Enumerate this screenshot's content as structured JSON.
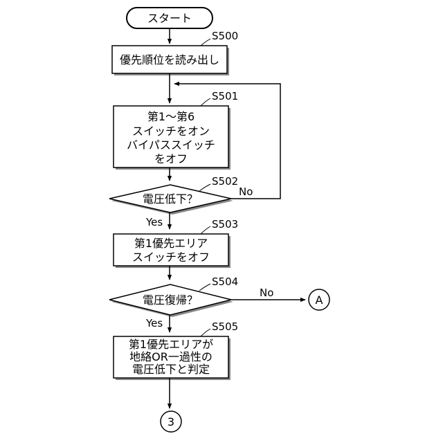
{
  "flowchart": {
    "start": "スタート",
    "steps": [
      {
        "id": "S500",
        "lines": [
          "優先順位を読み出し"
        ]
      },
      {
        "id": "S501",
        "lines": [
          "第1～第6",
          "スイッチをオン",
          "バイパススイッチ",
          "をオフ"
        ]
      },
      {
        "id": "S502",
        "lines": [
          "電圧低下？"
        ]
      },
      {
        "id": "S503",
        "lines": [
          "第1優先エリア",
          "スイッチをオフ"
        ]
      },
      {
        "id": "S504",
        "lines": [
          "電圧復帰？"
        ]
      },
      {
        "id": "S505",
        "lines": [
          "第1優先エリアが",
          "地絡OR一過性の",
          "電圧低下と判定"
        ]
      }
    ],
    "yes": "Yes",
    "no": "No",
    "connector_a": "A",
    "connector_3": "3"
  }
}
